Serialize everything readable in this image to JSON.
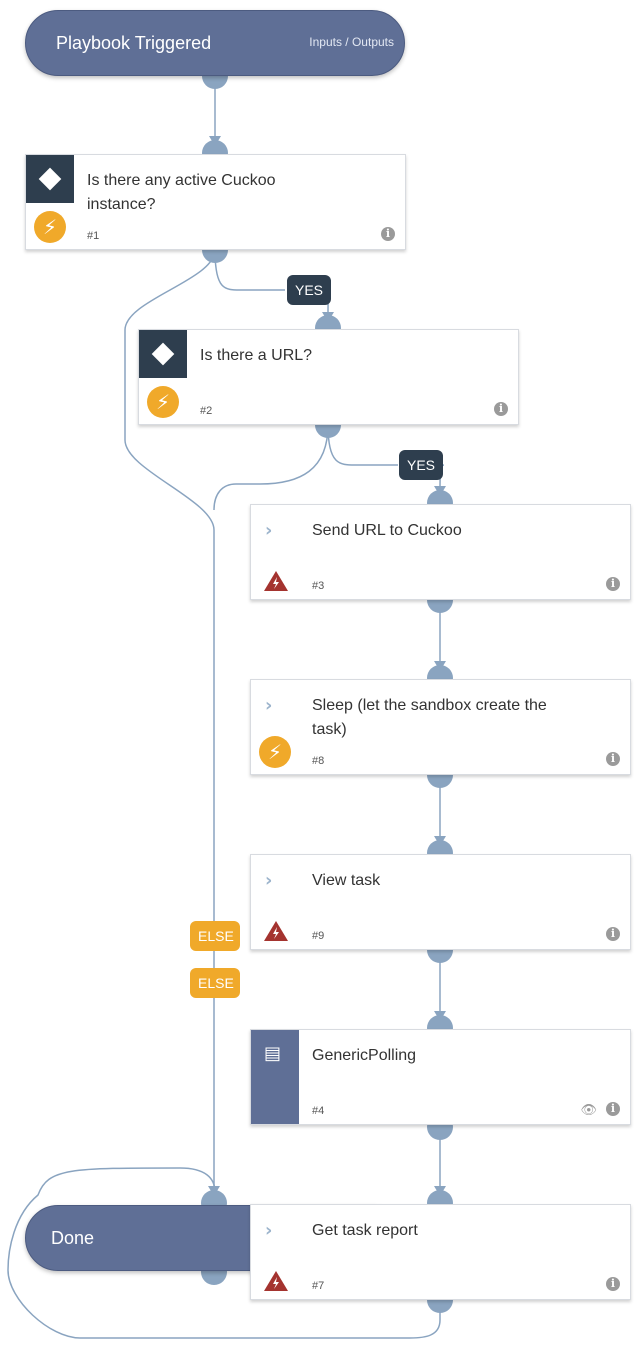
{
  "start": {
    "title": "Playbook Triggered",
    "io_link": "Inputs / Outputs"
  },
  "end": {
    "title": "Done"
  },
  "tasks": [
    {
      "label": "Is there any active Cuckoo instance?",
      "number": "#1"
    },
    {
      "label": "Is there a URL?",
      "number": "#2"
    },
    {
      "label": "Send URL to Cuckoo",
      "number": "#3"
    },
    {
      "label": "Sleep (let the sandbox create the task)",
      "number": "#8"
    },
    {
      "label": "View task",
      "number": "#9"
    },
    {
      "label": "GenericPolling",
      "number": "#4"
    },
    {
      "label": "Get task report",
      "number": "#7"
    }
  ],
  "branches": {
    "yes": "YES",
    "else": "ELSE"
  },
  "colors": {
    "edge": "#8aa4c0",
    "port": "#8aa4c0",
    "pill": "#5f6f96",
    "condition": "#2e3e4e",
    "automation": "#f0a92a",
    "error": "#a4332f"
  }
}
